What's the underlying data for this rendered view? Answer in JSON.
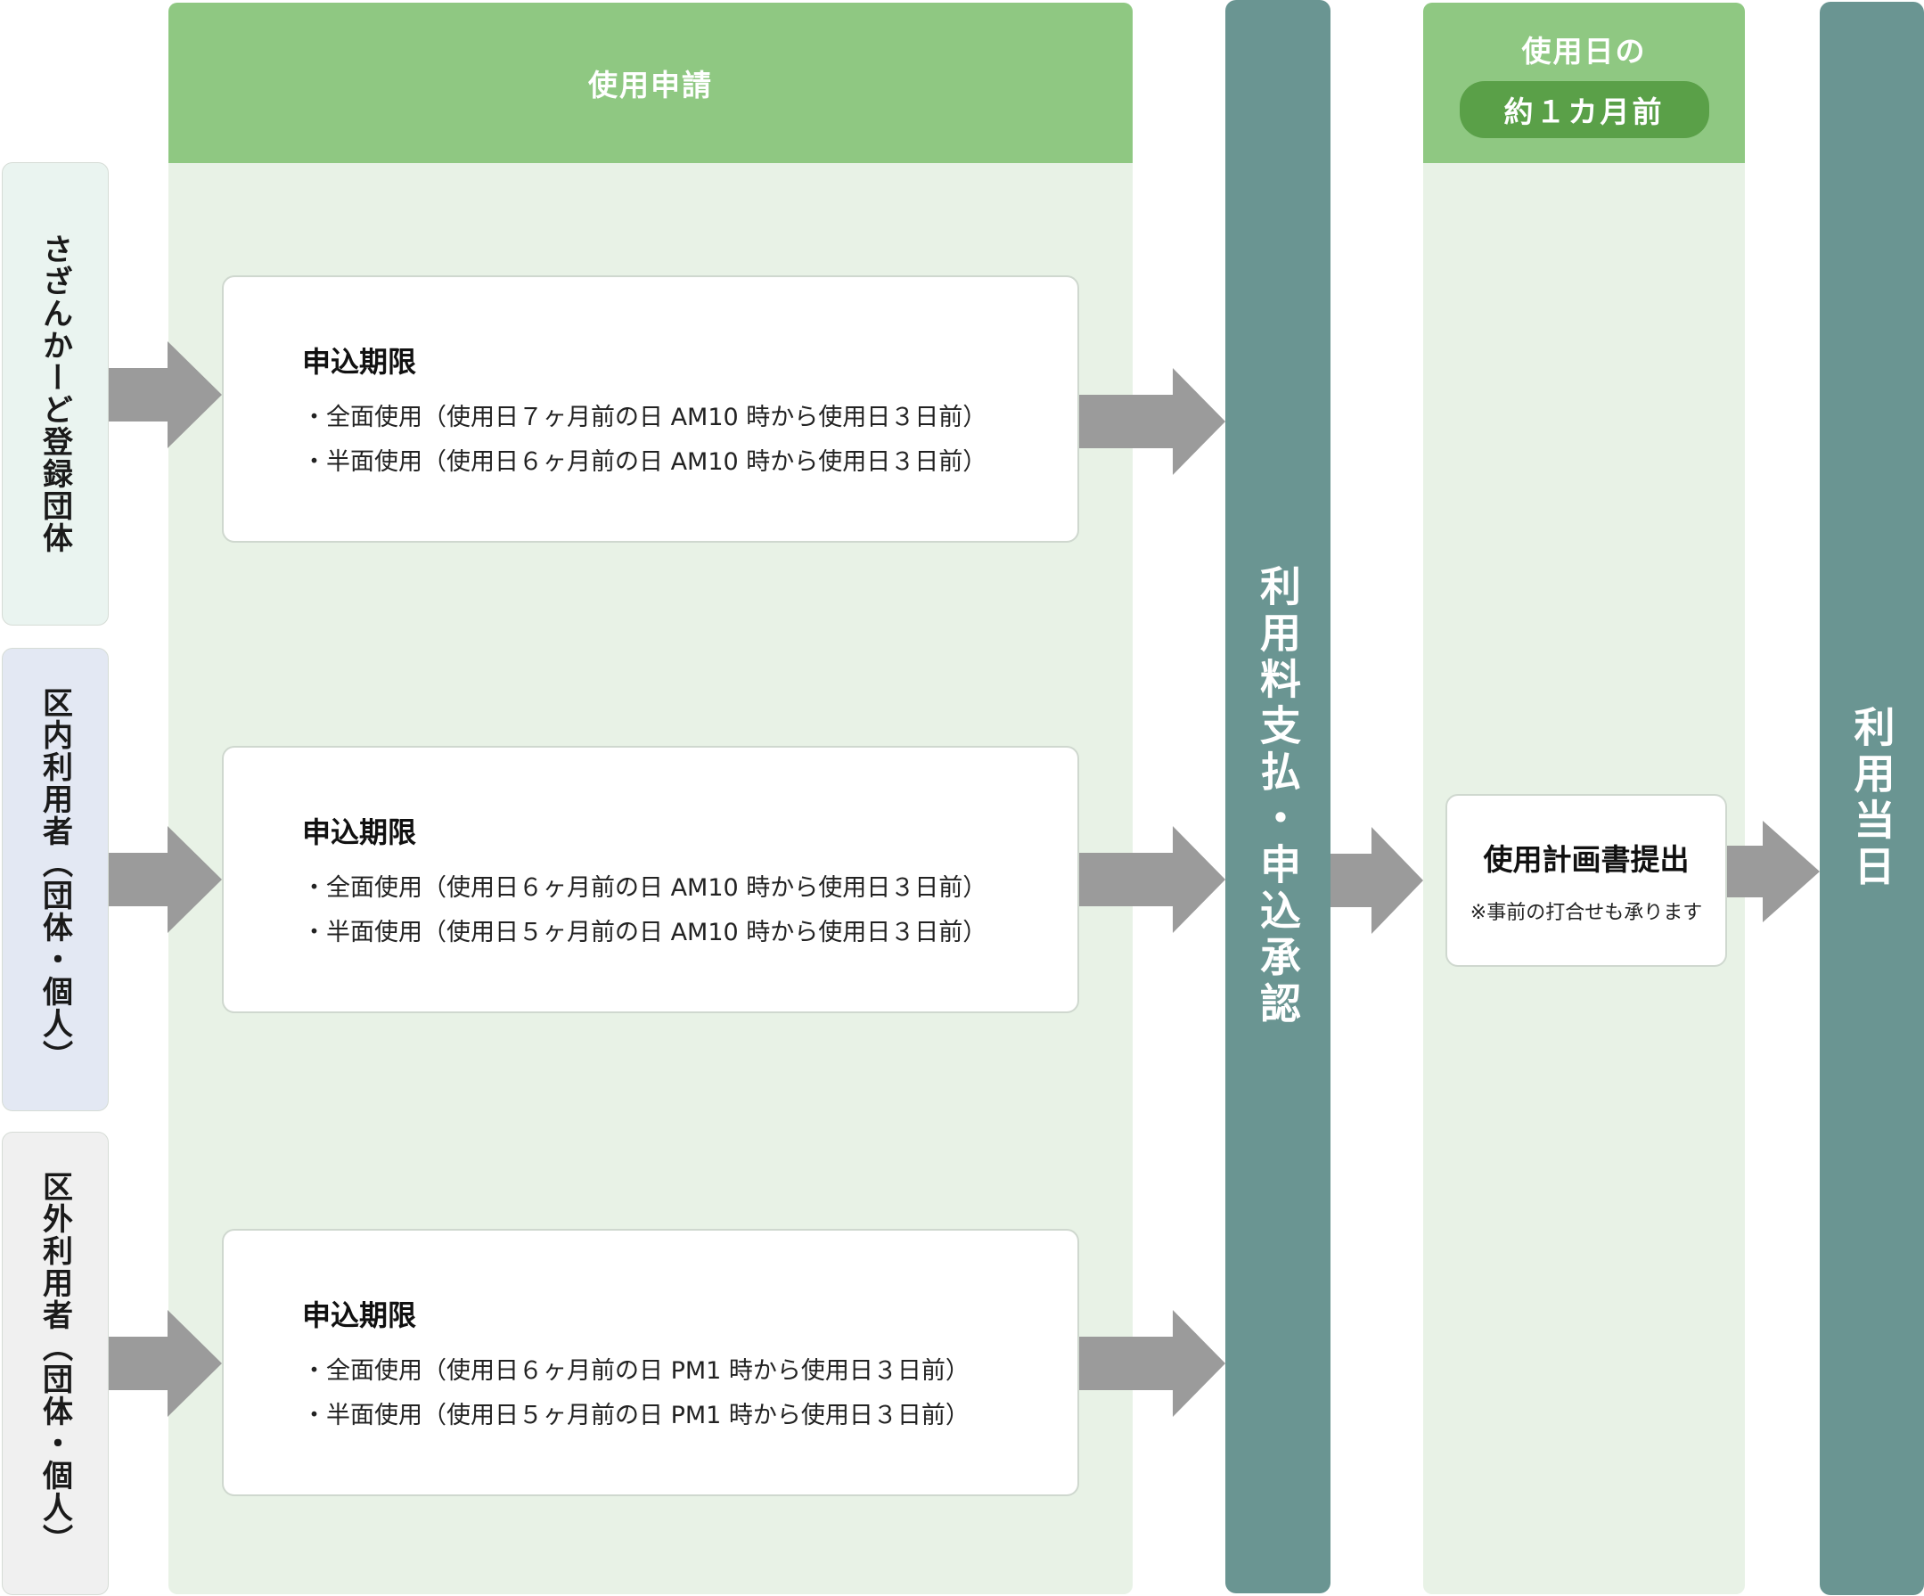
{
  "categories": [
    {
      "label": "さざんかーど登録団体"
    },
    {
      "label": "区内利用者（団体・個人）"
    },
    {
      "label": "区外利用者（団体・個人）"
    }
  ],
  "application_lane": {
    "header": "使用申請",
    "cards": [
      {
        "title": "申込期限",
        "lines": [
          "・全面使用（使用日７ヶ月前の日 AM10 時から使用日３日前）",
          "・半面使用（使用日６ヶ月前の日 AM10 時から使用日３日前）"
        ]
      },
      {
        "title": "申込期限",
        "lines": [
          "・全面使用（使用日６ヶ月前の日 AM10 時から使用日３日前）",
          "・半面使用（使用日５ヶ月前の日 AM10 時から使用日３日前）"
        ]
      },
      {
        "title": "申込期限",
        "lines": [
          "・全面使用（使用日６ヶ月前の日 PM1 時から使用日３日前）",
          "・半面使用（使用日５ヶ月前の日 PM1 時から使用日３日前）"
        ]
      }
    ]
  },
  "payment_bar": {
    "label": "利用料支払・申込承認"
  },
  "plan_lane": {
    "header_line1": "使用日の",
    "header_pill": "約１カ月前",
    "card_title": "使用計画書提出",
    "card_note": "※事前の打合せも承ります"
  },
  "day_bar": {
    "label": "利用当日"
  },
  "colors": {
    "lane_header": "#8fc882",
    "lane_bg": "#e8f2e6",
    "pill": "#5aa048",
    "bar": "#6a9592",
    "arrow": "#9b9b9b"
  }
}
